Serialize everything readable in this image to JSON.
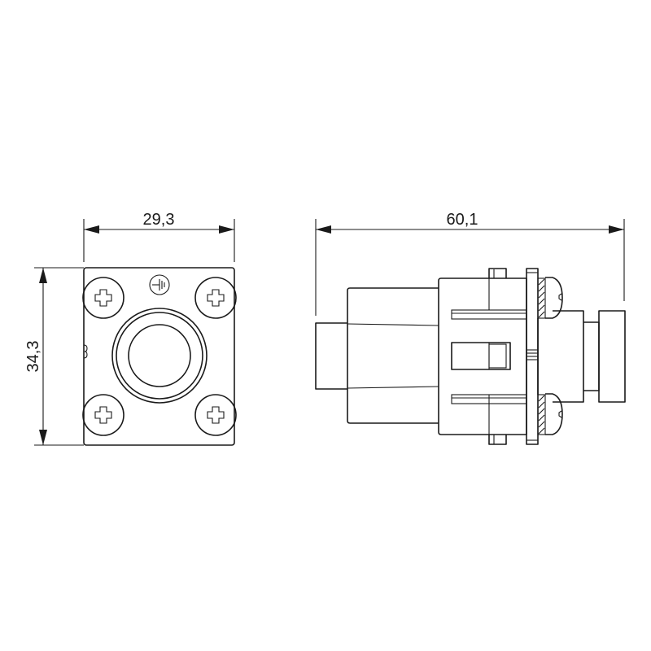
{
  "drawing": {
    "type": "technical-dimension-drawing",
    "subject": "connector module insert",
    "line_color": "#1a1a1a",
    "background": "#ffffff",
    "front_view": {
      "width_label": "29,3",
      "height_label": "34,3",
      "screws": 4,
      "ground_symbol": "protective-earth-icon"
    },
    "side_view": {
      "length_label": "60,1"
    }
  }
}
